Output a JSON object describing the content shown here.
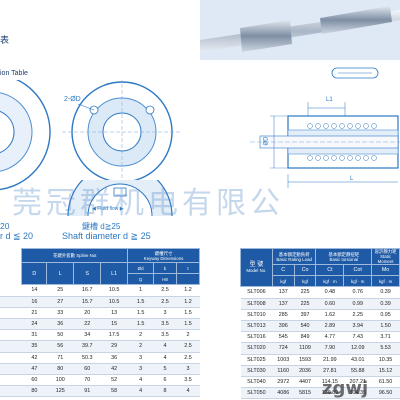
{
  "header": {
    "left_cn": "表",
    "left_en": "ion Table"
  },
  "drawing": {
    "label_2od": "2-ØD",
    "label_eq20": "20",
    "label_d20": "r d ≦ 20",
    "label_keyway_cn": "鍵槽 d≧25",
    "label_shaft": "Shaft diameter d ≧ 25",
    "flow_label": "◀ Fluid flow ▶",
    "label_l1": "L1",
    "label_l": "L",
    "label_od": "ØD"
  },
  "watermark": {
    "cn": "莞冠群机电有限公",
    "url": "zgwj"
  },
  "table1": {
    "spline_header": "花鍵外套數",
    "spline_en": "Spline Nut",
    "keyway_header": "鍵槽尺寸",
    "keyway_en": "Keyway Dimensions",
    "cols": [
      "D",
      "L",
      "S",
      "L1"
    ],
    "sub_b": "b",
    "sub_t": "t",
    "sub_h8": "H8",
    "sub_q": "Q",
    "rows": [
      [
        "14",
        "25",
        "16.7",
        "10.5",
        "1",
        "2.5",
        "1.2"
      ],
      [
        "16",
        "27",
        "15.7",
        "10.5",
        "1.5",
        "2.5",
        "1.2"
      ],
      [
        "21",
        "33",
        "20",
        "13",
        "1.5",
        "3",
        "1.5"
      ],
      [
        "24",
        "36",
        "22",
        "15",
        "1.5",
        "3.5",
        "1.5"
      ],
      [
        "31",
        "50",
        "34",
        "17.5",
        "2",
        "3.5",
        "2"
      ],
      [
        "35",
        "56",
        "39.7",
        "29",
        "2",
        "4",
        "2.5"
      ],
      [
        "42",
        "71",
        "50.3",
        "36",
        "3",
        "4",
        "2.5"
      ],
      [
        "47",
        "80",
        "60",
        "42",
        "3",
        "5",
        "3"
      ],
      [
        "60",
        "100",
        "70",
        "52",
        "4",
        "6",
        "3.5"
      ],
      [
        "80",
        "125",
        "91",
        "58",
        "4",
        "8",
        "4"
      ]
    ]
  },
  "table2": {
    "model_cn": "型 號",
    "model_en": "Model No.",
    "h_dyn": "基本額定動負荷",
    "h_dyn_en": "Basic Rating Load",
    "h_stat": "基本額定靜扭矩",
    "h_stat_en": "Basic torsional",
    "h_mom": "容許靜力矩",
    "h_mom_en": "Static Moment",
    "cols": [
      "C",
      "Co",
      "Ct",
      "Cot",
      "Mo"
    ],
    "units": [
      "kgf",
      "kgf",
      "kgf · m",
      "kgf · m",
      "kgf · m"
    ],
    "rows": [
      [
        "SLT006",
        "137",
        "225",
        "0.48",
        "0.76",
        "0.39"
      ],
      [
        "SLT008",
        "137",
        "225",
        "0.60",
        "0.99",
        "0.39"
      ],
      [
        "SLT010",
        "285",
        "397",
        "1.62",
        "2.25",
        "0.95"
      ],
      [
        "SLT013",
        "396",
        "540",
        "2.89",
        "3.94",
        "1.50"
      ],
      [
        "SLT016",
        "545",
        "849",
        "4.77",
        "7.43",
        "3.71"
      ],
      [
        "SLT020",
        "724",
        "1109",
        "7.90",
        "12.09",
        "5.53"
      ],
      [
        "SLT025",
        "1003",
        "1593",
        "21.99",
        "43.01",
        "10.35"
      ],
      [
        "SLT030",
        "1160",
        "2036",
        "27.81",
        "55.88",
        "15.12"
      ],
      [
        "SLT040",
        "2972",
        "4407",
        "114.15",
        "207.21",
        "61.50"
      ],
      [
        "SLT050",
        "4086",
        "5815",
        "179.89",
        "304.35",
        "96.50"
      ]
    ]
  }
}
